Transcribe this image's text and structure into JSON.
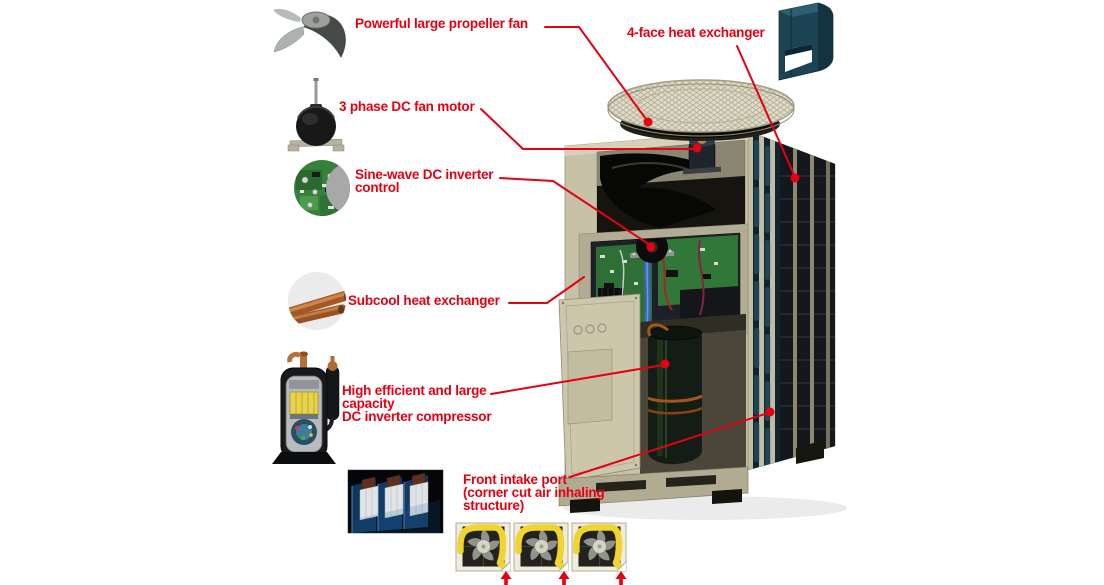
{
  "page": {
    "background": "#ffffff",
    "accent_red": "#e60012"
  },
  "callouts": {
    "propeller_fan": {
      "label": "Powerful large propeller fan"
    },
    "fan_motor": {
      "label": "3 phase DC fan motor"
    },
    "inverter_control": {
      "label": "Sine-wave DC inverter\ncontrol"
    },
    "four_face_heat_exchanger": {
      "label": "4-face heat exchanger"
    },
    "subcool_heat_exchanger": {
      "label": "Subcool heat exchanger"
    },
    "compressor": {
      "label": "High efficient and large\ncapacity\nDC inverter compressor"
    },
    "front_intake_port": {
      "label": "Front intake port\n(corner cut air inhaling\nstructure)"
    }
  },
  "icons": {
    "propeller-fan-icon": "gray swept propeller fan",
    "fan-motor-icon": "black fan motor with shaft",
    "inverter-pcb-icon": "green inverter control PCB (circular photo)",
    "four-face-heat-exchanger-icon": "dark teal folded 4-face heat exchanger",
    "subcool-pipe-icon": "copper subcool heat exchanger pipes (circular photo)",
    "compressor-icon": "cutaway DC inverter compressor with accumulator",
    "airflow-photo": "three outdoor units with blue intake airflow",
    "corner-fan-thumbnail": "fan unit with yellow corner-cut intake highlight",
    "up-arrow-icon": "red upward air intake arrow",
    "leader-line": "red callout pointer line with dot"
  },
  "colors": {
    "accent_red": "#e60012",
    "unit_beige": "#c7c1a7",
    "intake_teal": "#1f4453",
    "highlight_yellow": "#f0d42f",
    "pcb_green": "#2d6f34"
  }
}
